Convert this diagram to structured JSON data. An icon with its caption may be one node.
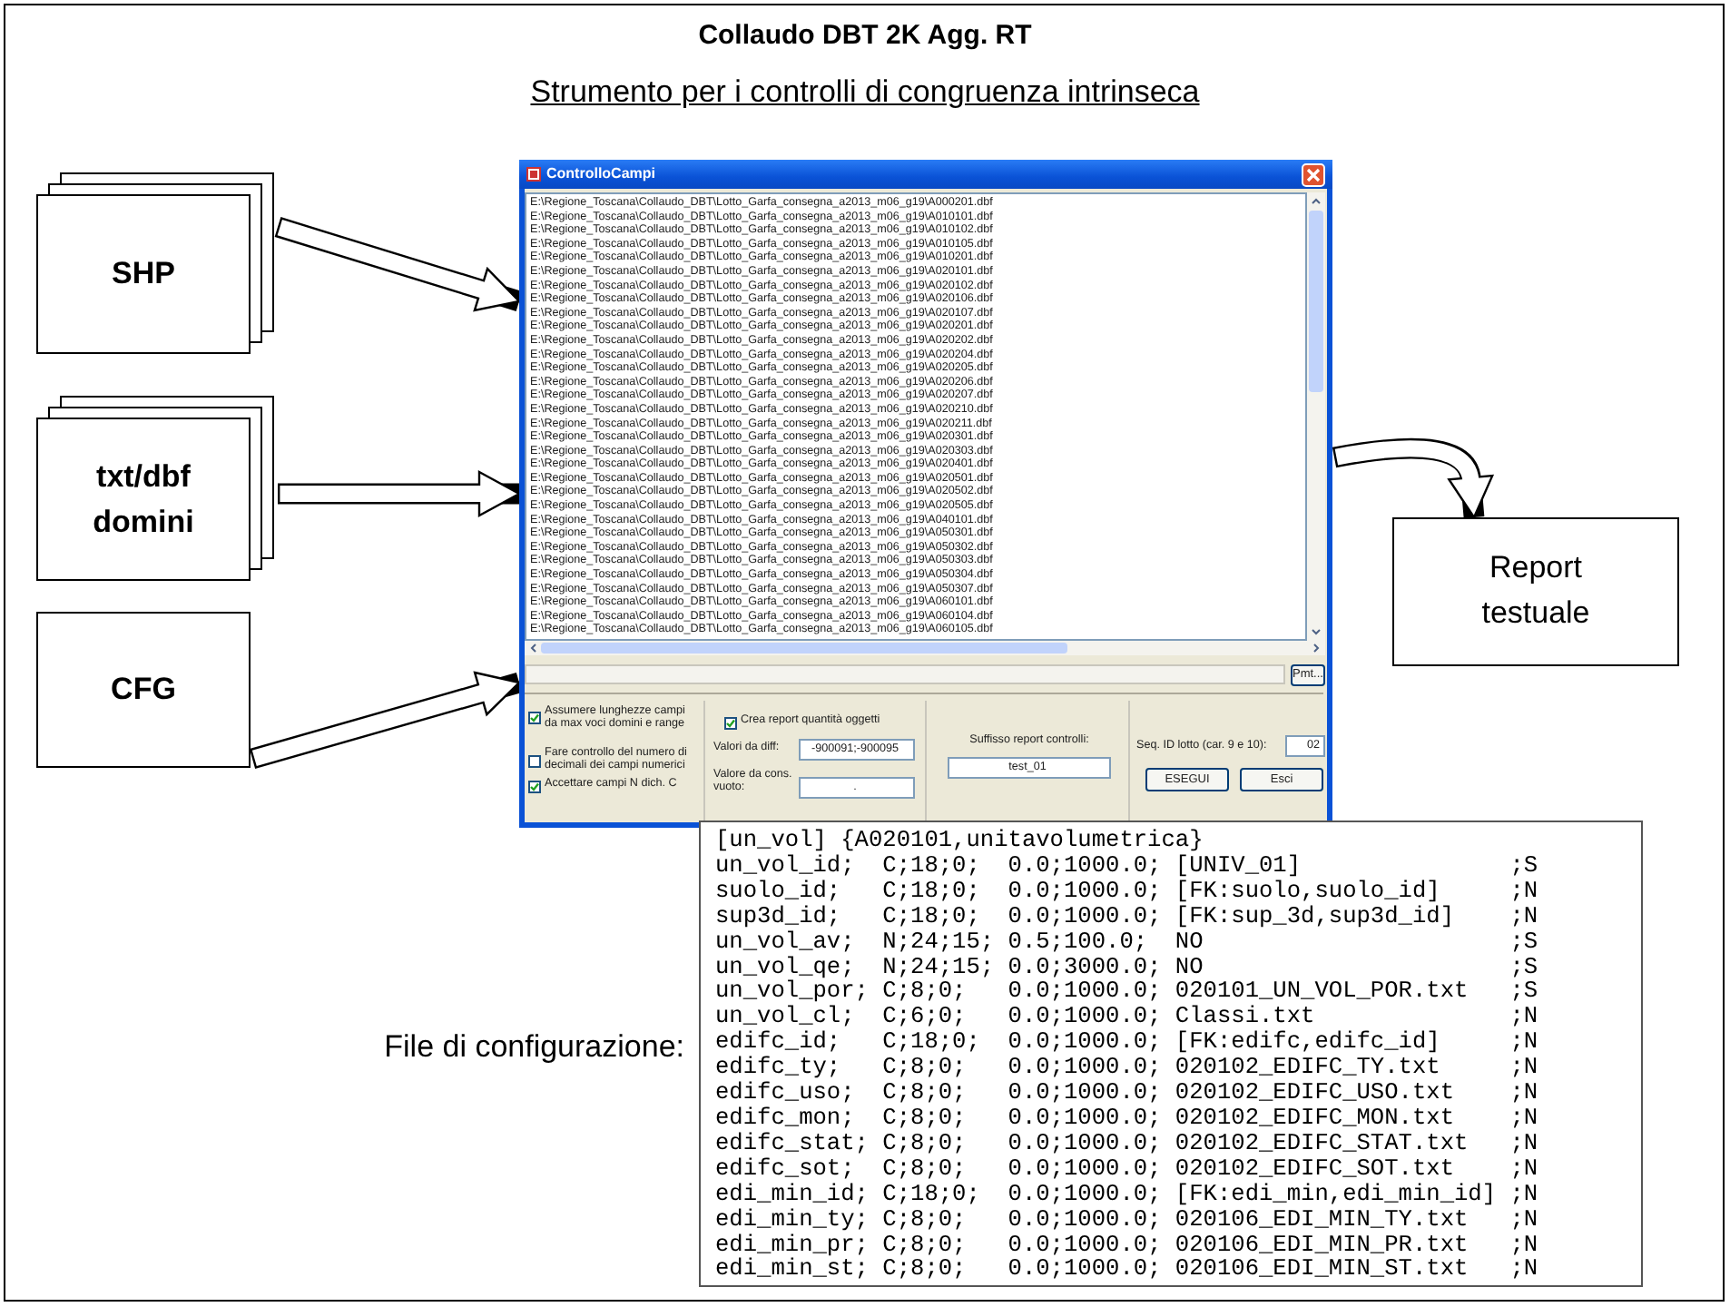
{
  "diagram": {
    "title": "Collaudo DBT 2K Agg. RT",
    "nodes": [
      {
        "text": [
          "SHP"
        ]
      },
      {
        "text": [
          "txt/dbf domini"
        ]
      },
      {
        "text": [
          "CFG"
        ]
      },
      {
        "text": [
          "ControlloCampi"
        ]
      },
      {
        "text": [
          "Report testuale"
        ]
      },
      {
        "text": [
          "[un_vol] {A020101,unitavolumetrica}",
          "un_vol_id;  C;18;0;  0.0;1000.0; [UNIV_01]               ;S",
          "suolo_id;   C;18;0;  0.0;1000.0; [FK:suolo,suolo_id]     ;N",
          "sup3d_id;   C;18;0;  0.0;1000.0; [FK:sup_3d,sup3d_id]    ;N",
          "un_vol_av;  N;24;15; 0.5;100.0;  NO                      ;S",
          "un_vol_qe;  N;24;15; 0.0;3000.0; NO                      ;S",
          "un_vol_por; C;8;0;   0.0;1000.0; 020101_UN_VOL_POR.txt   ;S",
          "un_vol_cl;  C;6;0;   0.0;1000.0; Classi.txt              ;N",
          "edifc_id;   C;18;0;  0.0;1000.0; [FK:edifc,edifc_id]     ;N",
          "edifc_ty;   C;8;0;   0.0;1000.0; 020102_EDIFC_TY.txt     ;N",
          "edifc_uso;  C;8;0;   0.0;1000.0; 020102_EDIFC_USO.txt    ;N",
          "edifc_mon;  C;8;0;   0.0;1000.0; 020102_EDIFC_MON.txt    ;N",
          "edifc_stat; C;8;0;   0.0;1000.0; 020102_EDIFC_STAT.txt   ;N",
          "edifc_sot;  C;8;0;   0.0;1000.0; 020102_EDIFC_SOT.txt    ;N",
          "edi_min_id; C;18;0;  0.0;1000.0; [FK:edi_min,edi_min_id] ;N",
          "edi_min_ty; C;8;0;   0.0;1000.0; 020106_EDI_MIN_TY.txt   ;N",
          "edi_min_pr; C;8;0;   0.0;1000.0; 020106_EDI_MIN_PR.txt   ;N",
          "edi_min_st; C;8;0;   0.0;1000.0; 020106_EDI_MIN_ST.txt   ;N"
        ],
        "beside": [
          "File di configurazione:"
        ]
      }
    ],
    "edges": [
      {
        "from": 0,
        "to": 3,
        "arrow": "to"
      },
      {
        "from": 1,
        "to": 3,
        "arrow": "to"
      },
      {
        "from": 2,
        "to": 3,
        "arrow": "to"
      },
      {
        "from": 3,
        "to": 4,
        "arrow": "to"
      }
    ],
    "labels": [
      "Strumento per i controlli di congruenza intrinseca",
      "E:\\Regione_Toscana\\Collaudo_DBT\\Lotto_Garfa_consegna_a2013_m06_g19\\A000201.dbf",
      "E:\\Regione_Toscana\\Collaudo_DBT\\Lotto_Garfa_consegna_a2013_m06_g19\\A010101.dbf",
      "E:\\Regione_Toscana\\Collaudo_DBT\\Lotto_Garfa_consegna_a2013_m06_g19\\A010102.dbf",
      "E:\\Regione_Toscana\\Collaudo_DBT\\Lotto_Garfa_consegna_a2013_m06_g19\\A010105.dbf",
      "E:\\Regione_Toscana\\Collaudo_DBT\\Lotto_Garfa_consegna_a2013_m06_g19\\A010201.dbf",
      "E:\\Regione_Toscana\\Collaudo_DBT\\Lotto_Garfa_consegna_a2013_m06_g19\\A020101.dbf",
      "E:\\Regione_Toscana\\Collaudo_DBT\\Lotto_Garfa_consegna_a2013_m06_g19\\A020102.dbf",
      "E:\\Regione_Toscana\\Collaudo_DBT\\Lotto_Garfa_consegna_a2013_m06_g19\\A020106.dbf",
      "E:\\Regione_Toscana\\Collaudo_DBT\\Lotto_Garfa_consegna_a2013_m06_g19\\A020107.dbf",
      "E:\\Regione_Toscana\\Collaudo_DBT\\Lotto_Garfa_consegna_a2013_m06_g19\\A020201.dbf",
      "E:\\Regione_Toscana\\Collaudo_DBT\\Lotto_Garfa_consegna_a2013_m06_g19\\A020202.dbf",
      "E:\\Regione_Toscana\\Collaudo_DBT\\Lotto_Garfa_consegna_a2013_m06_g19\\A020204.dbf",
      "E:\\Regione_Toscana\\Collaudo_DBT\\Lotto_Garfa_consegna_a2013_m06_g19\\A020205.dbf",
      "E:\\Regione_Toscana\\Collaudo_DBT\\Lotto_Garfa_consegna_a2013_m06_g19\\A020206.dbf",
      "E:\\Regione_Toscana\\Collaudo_DBT\\Lotto_Garfa_consegna_a2013_m06_g19\\A020207.dbf",
      "E:\\Regione_Toscana\\Collaudo_DBT\\Lotto_Garfa_consegna_a2013_m06_g19\\A020210.dbf",
      "E:\\Regione_Toscana\\Collaudo_DBT\\Lotto_Garfa_consegna_a2013_m06_g19\\A020211.dbf",
      "E:\\Regione_Toscana\\Collaudo_DBT\\Lotto_Garfa_consegna_a2013_m06_g19\\A020301.dbf",
      "E:\\Regione_Toscana\\Collaudo_DBT\\Lotto_Garfa_consegna_a2013_m06_g19\\A020303.dbf",
      "E:\\Regione_Toscana\\Collaudo_DBT\\Lotto_Garfa_consegna_a2013_m06_g19\\A020401.dbf",
      "E:\\Regione_Toscana\\Collaudo_DBT\\Lotto_Garfa_consegna_a2013_m06_g19\\A020501.dbf",
      "E:\\Regione_Toscana\\Collaudo_DBT\\Lotto_Garfa_consegna_a2013_m06_g19\\A020502.dbf",
      "E:\\Regione_Toscana\\Collaudo_DBT\\Lotto_Garfa_consegna_a2013_m06_g19\\A020505.dbf",
      "E:\\Regione_Toscana\\Collaudo_DBT\\Lotto_Garfa_consegna_a2013_m06_g19\\A040101.dbf",
      "E:\\Regione_Toscana\\Collaudo_DBT\\Lotto_Garfa_consegna_a2013_m06_g19\\A050301.dbf",
      "E:\\Regione_Toscana\\Collaudo_DBT\\Lotto_Garfa_consegna_a2013_m06_g19\\A050302.dbf",
      "E:\\Regione_Toscana\\Collaudo_DBT\\Lotto_Garfa_consegna_a2013_m06_g19\\A050303.dbf",
      "E:\\Regione_Toscana\\Collaudo_DBT\\Lotto_Garfa_consegna_a2013_m06_g19\\A050304.dbf",
      "E:\\Regione_Toscana\\Collaudo_DBT\\Lotto_Garfa_consegna_a2013_m06_g19\\A050307.dbf",
      "E:\\Regione_Toscana\\Collaudo_DBT\\Lotto_Garfa_consegna_a2013_m06_g19\\A060101.dbf",
      "E:\\Regione_Toscana\\Collaudo_DBT\\Lotto_Garfa_consegna_a2013_m06_g19\\A060104.dbf",
      "E:\\Regione_Toscana\\Collaudo_DBT\\Lotto_Garfa_consegna_a2013_m06_g19\\A060105.dbf",
      "Pmt...",
      "Assumere lunghezze campi da max voci domini e range",
      "Fare controllo del numero di decimali dei campi numerici",
      "Accettare campi N dich. C",
      "Crea report quantità oggetti",
      "Valori da diff:",
      "-900091;-900095",
      "Valore da cons. vuoto:",
      ".",
      "Suffisso report controlli:",
      "test_01",
      "Seq. ID lotto (car. 9 e 10):",
      "02",
      "ESEGUI",
      "Esci"
    ]
  }
}
